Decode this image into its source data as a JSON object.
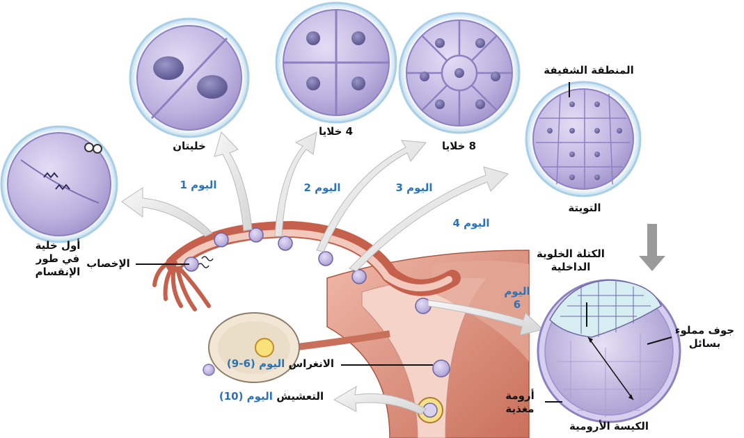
{
  "colors": {
    "cell": "#c9bfe6",
    "cell_dark": "#9d90cc",
    "zona": "#d8ecf6",
    "nucleus": "#6f6aa0",
    "arrow": "#e9e9e9",
    "tube": "#d9816a",
    "tube_dark": "#b45a46",
    "uterus": "#e8a89a",
    "day_text": "#2a73b8",
    "icm": "#d6eef2"
  },
  "stages": {
    "first_division": [
      "أول خلية",
      "في طور",
      "الإنقسام"
    ],
    "two_cells": "خليتان",
    "four_cells": "4 خلايا",
    "eight_cells": "8 خلايا",
    "morula": "التويتة",
    "zona_pellucida": "المنطقة الشفيفة"
  },
  "days": {
    "day1": "اليوم 1",
    "day2": "اليوم 2",
    "day3": "اليوم 3",
    "day4": "اليوم 4",
    "day6": [
      "اليوم",
      "6"
    ]
  },
  "events": {
    "fertilization": "الإخصاب",
    "implantation": "الانغراس",
    "implantation_day": "اليوم (6-9)",
    "nesting": "التعشيش",
    "nesting_day": "اليوم (10)"
  },
  "blastocyst": {
    "inner_cell_mass": [
      "الكتلة الخلوية",
      "الداخلية"
    ],
    "fluid_cavity": [
      "جوف مملوء",
      "بسائل"
    ],
    "trophoblast": [
      "أرومة",
      "مغذية"
    ],
    "title": "الكيسة الأرومية"
  },
  "icons": {
    "arrows": "curved-arrow",
    "cells": "cell-circle"
  }
}
